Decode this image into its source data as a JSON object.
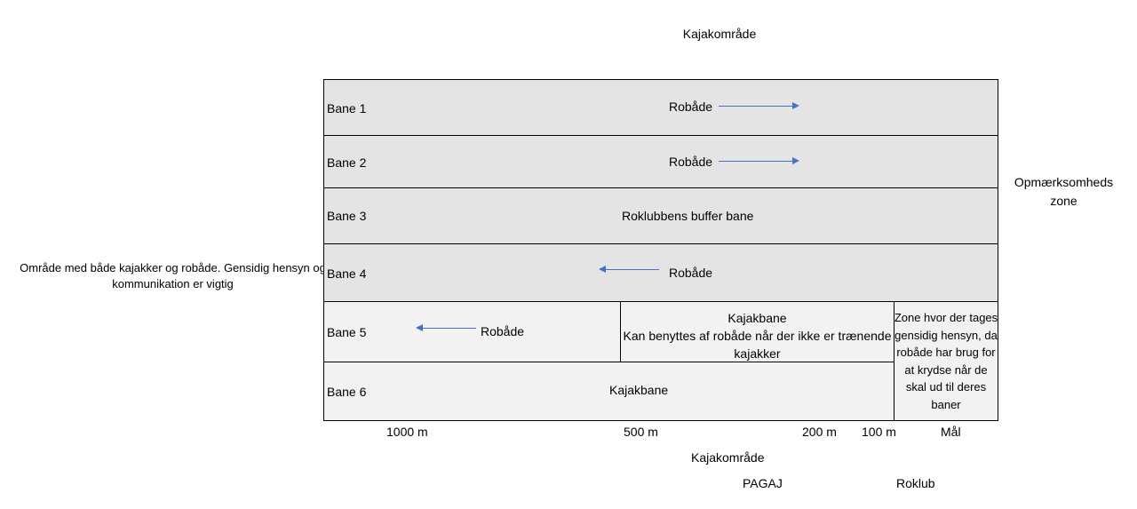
{
  "title_top": "Kajakområde",
  "awareness_zone_label": "Opmærksomheds zone",
  "shared_area_note": "Område med både kajakker og robåde. Gensidig hensyn og kommunikation er vigtig",
  "lanes": {
    "lane1": {
      "label": "Bane 1",
      "text": "Robåde",
      "direction": "right"
    },
    "lane2": {
      "label": "Bane 2",
      "text": "Robåde",
      "direction": "right"
    },
    "lane3": {
      "label": "Bane 3",
      "text": "Roklubbens buffer bane"
    },
    "lane4": {
      "label": "Bane 4",
      "text": "Robåde",
      "direction": "left"
    },
    "lane5": {
      "label": "Bane 5",
      "text": "Robåde",
      "direction": "left",
      "kayak_text_1": "Kajakbane",
      "kayak_text_2": "Kan benyttes af robåde når der ikke er trænende kajakker"
    },
    "lane6": {
      "label": "Bane 6",
      "text": "Kajakbane"
    }
  },
  "crossing_zone_text": "Zone hvor der tages gensidig hensyn, da robåde har brug for at krydse når de skal ud til deres baner",
  "distances": [
    "1000 m",
    "500 m",
    "200 m",
    "100 m",
    "Mål"
  ],
  "bottom_area_label": "Kajakområde",
  "bottom_labels": {
    "pagaj": "PAGAJ",
    "roklub": "Roklub"
  },
  "colors": {
    "lane_dark": "#e4e4e4",
    "lane_light": "#f2f2f2",
    "arrow": "#4472c4"
  }
}
